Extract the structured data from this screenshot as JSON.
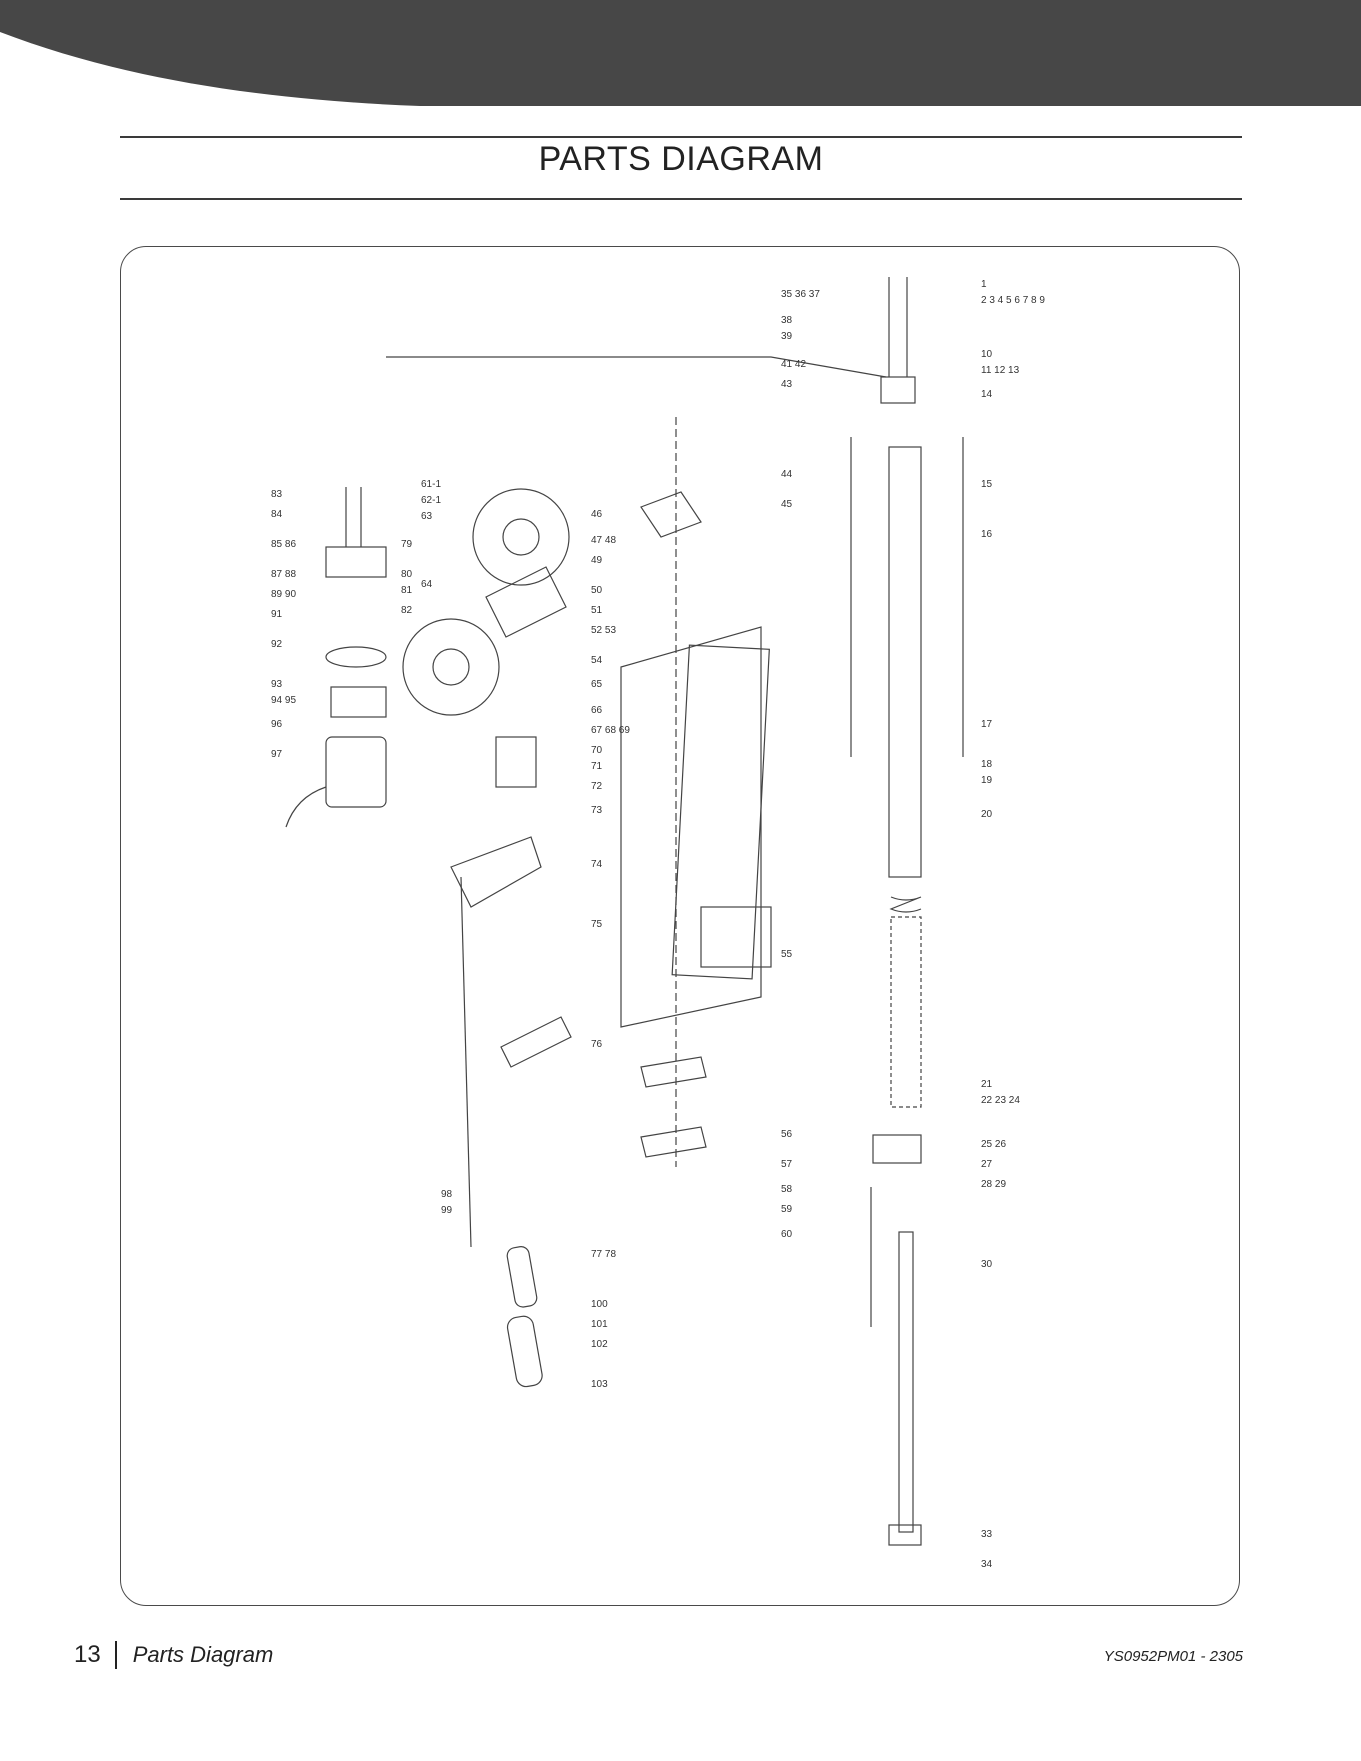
{
  "header": {
    "title": "PARTS DIAGRAM",
    "band_color": "#474747"
  },
  "diagram": {
    "callouts_right": [
      "1",
      "2 3 4 5 6 7 8 9",
      "10",
      "11 12 13",
      "14",
      "15",
      "16",
      "17",
      "18",
      "19",
      "20",
      "21",
      "22 23 24",
      "25 26",
      "27",
      "28 29",
      "30",
      "33",
      "34"
    ],
    "callouts_col2": [
      "35 36 37",
      "38",
      "39",
      "41 42",
      "43",
      "44",
      "45",
      "55",
      "56",
      "57",
      "58",
      "59",
      "60"
    ],
    "callouts_col3": [
      "46",
      "47 48",
      "49",
      "50",
      "51",
      "52 53",
      "54",
      "61-1",
      "62-1",
      "63",
      "64",
      "65",
      "66",
      "67 68 69",
      "70",
      "71",
      "72",
      "73",
      "74",
      "75",
      "76",
      "77 78",
      "100",
      "101",
      "102",
      "103"
    ],
    "callouts_left": [
      "83",
      "84",
      "85 86",
      "79",
      "80",
      "81",
      "82",
      "87 88",
      "89 90",
      "91",
      "92",
      "93",
      "94 95",
      "96",
      "97",
      "98",
      "99"
    ]
  },
  "footer": {
    "page_number": "13",
    "section": "Parts Diagram",
    "doc_code": "YS0952PM01 - 2305"
  }
}
